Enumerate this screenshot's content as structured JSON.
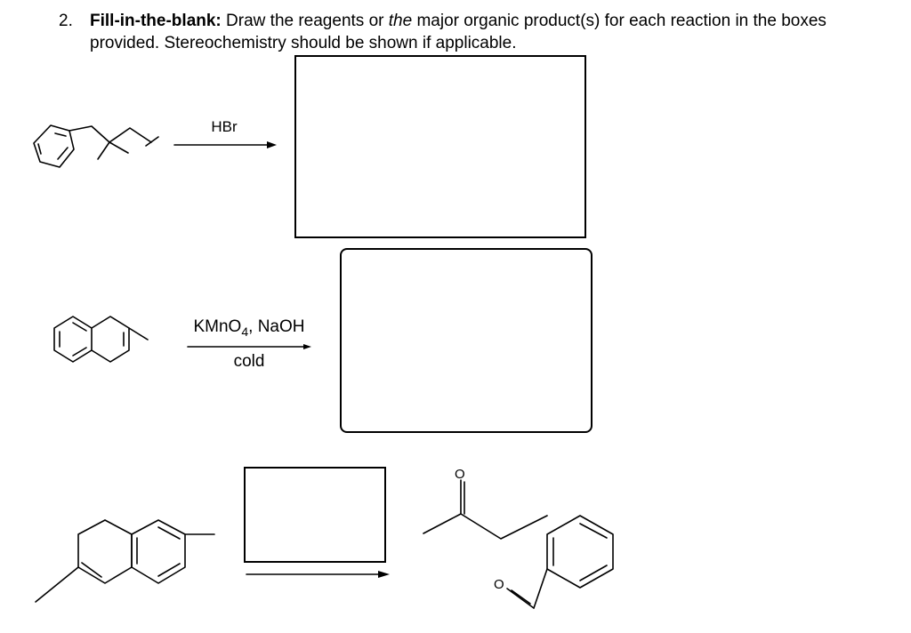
{
  "question": {
    "number": "2.",
    "title": "Fill-in-the-blank:",
    "text_before": " Draw the reagents or ",
    "text_italic": "the",
    "text_after": " major organic product(s) for each reaction in the boxes provided. Stereochemistry should be shown if applicable."
  },
  "reactions": [
    {
      "reagent_line1": "HBr",
      "reagent_line2": ""
    },
    {
      "reagent_line1_main": "KMnO",
      "reagent_line1_sub": "4",
      "reagent_line1_rest": ", NaOH",
      "reagent_line2": "cold"
    },
    {
      "reagent_line1": "",
      "reagent_line2": ""
    }
  ],
  "atom_labels": {
    "oxygen": "O"
  }
}
